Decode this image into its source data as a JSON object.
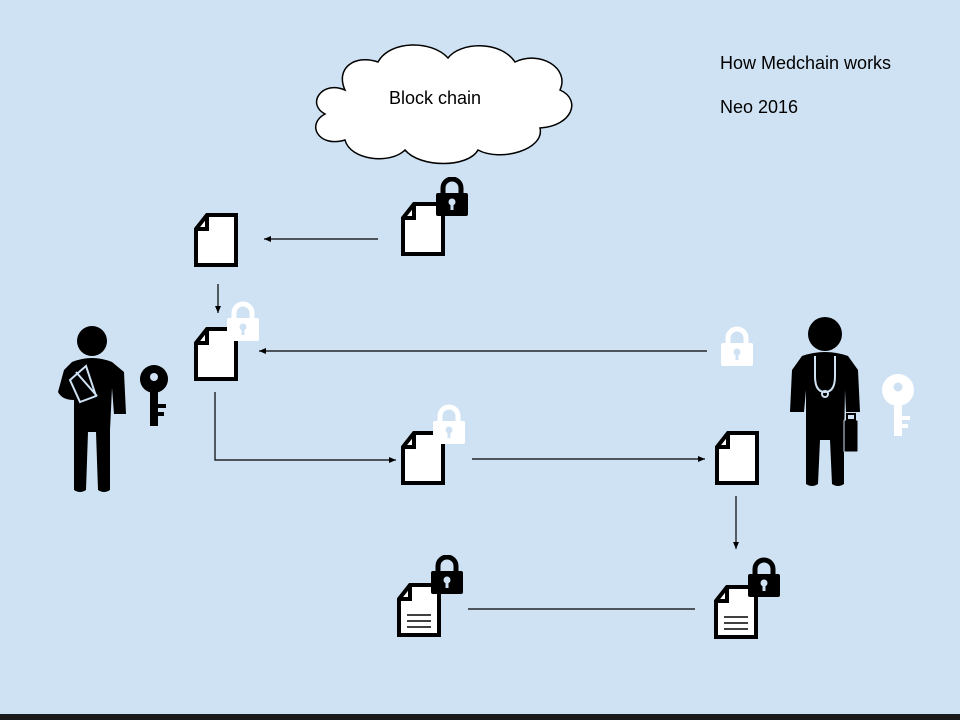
{
  "diagram": {
    "title": "How Medchain works",
    "subtitle": "Neo 2016",
    "cloud_label": "Block chain",
    "nodes": [
      {
        "id": "cloud",
        "kind": "cloud",
        "label": "Block chain"
      },
      {
        "id": "doc-chain-locked",
        "kind": "document",
        "lock": "black"
      },
      {
        "id": "doc-patient-copy",
        "kind": "document",
        "lock": "none"
      },
      {
        "id": "doc-patient-record",
        "kind": "document",
        "lock": "white"
      },
      {
        "id": "doc-shared-locked",
        "kind": "document",
        "lock": "white"
      },
      {
        "id": "doc-doctor-copy",
        "kind": "document",
        "lock": "none"
      },
      {
        "id": "doc-entry-left",
        "kind": "text-document",
        "lock": "black"
      },
      {
        "id": "doc-entry-right",
        "kind": "text-document",
        "lock": "black"
      },
      {
        "id": "patient",
        "kind": "person",
        "role": "patient",
        "key": "black"
      },
      {
        "id": "doctor",
        "kind": "person",
        "role": "doctor",
        "key": "white"
      },
      {
        "id": "lock-doctor",
        "kind": "lock",
        "color": "white"
      }
    ],
    "edges": [
      {
        "from": "doc-chain-locked",
        "to": "doc-patient-copy",
        "arrow": true
      },
      {
        "from": "doc-patient-copy",
        "to": "doc-patient-record",
        "arrow": true
      },
      {
        "from": "lock-doctor",
        "to": "doc-patient-record",
        "arrow": true
      },
      {
        "from": "doc-patient-record",
        "to": "doc-shared-locked",
        "arrow": true
      },
      {
        "from": "doc-shared-locked",
        "to": "doc-doctor-copy",
        "arrow": true
      },
      {
        "from": "doc-doctor-copy",
        "to": "doc-entry-right",
        "arrow": true
      },
      {
        "from": "doc-entry-left",
        "to": "doc-entry-right",
        "arrow": false
      }
    ],
    "colors": {
      "background": "#cfe2f3",
      "ink": "#000000",
      "white_icon": "#ffffff"
    }
  }
}
